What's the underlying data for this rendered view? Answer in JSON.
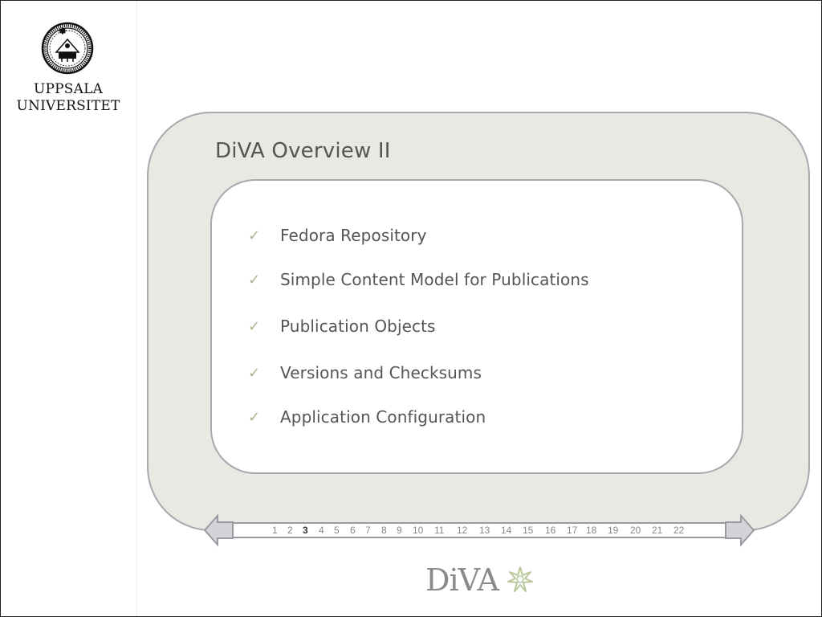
{
  "branding": {
    "university_line1": "UPPSALA",
    "university_line2": "UNIVERSITET",
    "seal_icon": "university-seal-icon",
    "footer_logo_text": "DiVA",
    "footer_logo_icon": "star-icon"
  },
  "slide": {
    "title": "DiVA Overview II",
    "bullets": [
      "Fedora Repository",
      "Simple Content Model for Publications",
      "Publication Objects",
      "Versions and Checksums",
      "Application Configuration"
    ],
    "check_icon": "checkmark-icon"
  },
  "navigation": {
    "current_page": 3,
    "pages": [
      "1",
      "2",
      "3",
      "4",
      "5",
      "6",
      "7",
      "8",
      "9",
      "10",
      "11",
      "12",
      "13",
      "14",
      "15",
      "16",
      "17",
      "18",
      "19",
      "20",
      "21",
      "22"
    ],
    "prev_icon": "arrow-left-icon",
    "next_icon": "arrow-right-icon"
  },
  "colors": {
    "panel_background": "#e6eae2",
    "panel_border": "#a8a8ae",
    "check_color": "#a6b58f",
    "star_color": "#b9c79b"
  }
}
